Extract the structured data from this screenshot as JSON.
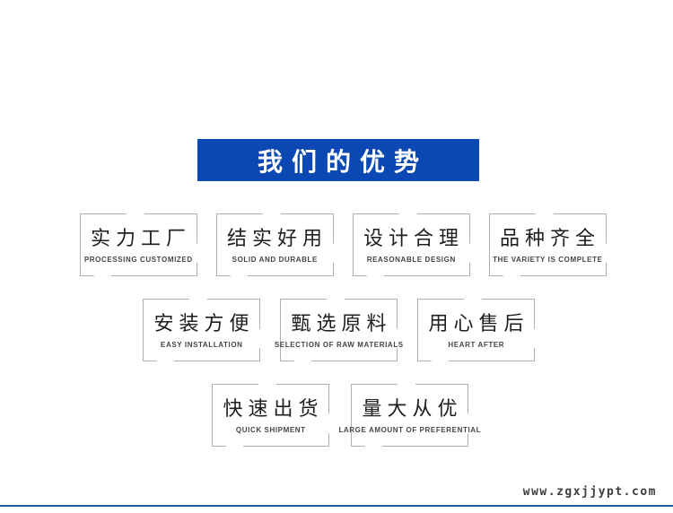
{
  "header": {
    "title": "我们的优势"
  },
  "advantages": {
    "row1": [
      {
        "title": "实力工厂",
        "subtitle": "PROCESSING CUSTOMIZED"
      },
      {
        "title": "结实好用",
        "subtitle": "SOLID AND DURABLE"
      },
      {
        "title": "设计合理",
        "subtitle": "REASONABLE DESIGN"
      },
      {
        "title": "品种齐全",
        "subtitle": "THE VARIETY IS COMPLETE"
      }
    ],
    "row2": [
      {
        "title": "安装方便",
        "subtitle": "EASY INSTALLATION"
      },
      {
        "title": "甄选原料",
        "subtitle": "SELECTION OF RAW MATERIALS"
      },
      {
        "title": "用心售后",
        "subtitle": "HEART AFTER"
      }
    ],
    "row3": [
      {
        "title": "快速出货",
        "subtitle": "QUICK SHIPMENT"
      },
      {
        "title": "量大从优",
        "subtitle": "LARGE AMOUNT OF PREFERENTIAL"
      }
    ]
  },
  "footer": {
    "watermark": "www.zgxjjypt.com"
  },
  "colors": {
    "banner_blue": "#0b48b3",
    "divider_blue": "#1e5c9c",
    "card_border": "#b0b0b0"
  }
}
